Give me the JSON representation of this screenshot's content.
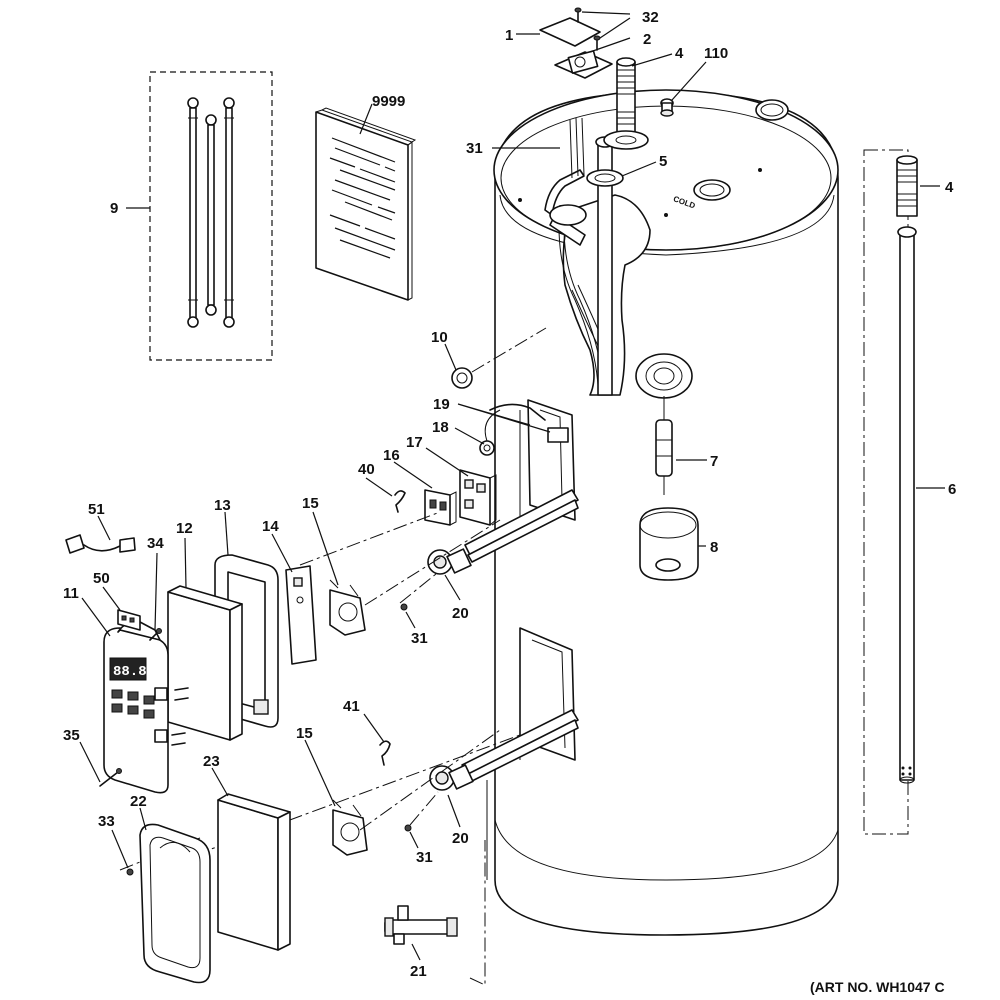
{
  "art_number": "(ART NO. WH1047 C",
  "tank_marking": "COLD",
  "callouts": {
    "c1": "1",
    "c2": "2",
    "c32": "32",
    "c4a": "4",
    "c110": "110",
    "c9999": "9999",
    "c31a": "31",
    "c5": "5",
    "c4b": "4",
    "c9": "9",
    "c10": "10",
    "c19": "19",
    "c18": "18",
    "c7": "7",
    "c6": "6",
    "c17": "17",
    "c16": "16",
    "c40": "40",
    "c13": "13",
    "c15a": "15",
    "c51": "51",
    "c12": "12",
    "c14": "14",
    "c8": "8",
    "c34": "34",
    "c50": "50",
    "c11": "11",
    "c20a": "20",
    "c31b": "31",
    "c41": "41",
    "c35": "35",
    "c15b": "15",
    "c23": "23",
    "c22": "22",
    "c33": "33",
    "c20b": "20",
    "c31c": "31",
    "c21": "21"
  }
}
